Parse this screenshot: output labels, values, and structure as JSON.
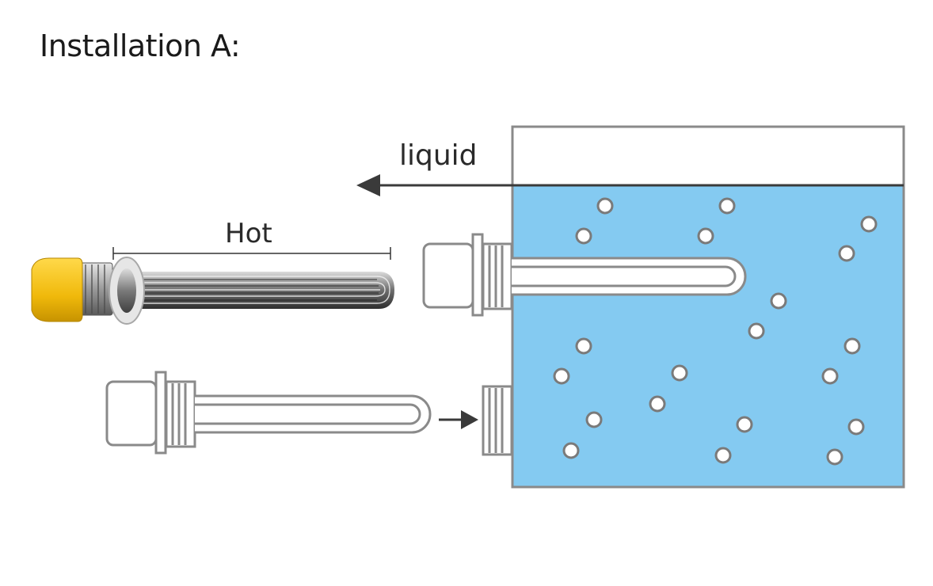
{
  "title": "Installation A:",
  "labels": {
    "flow": "liquid",
    "heated_zone": "Hot"
  },
  "colors": {
    "liquid": "#84caf1",
    "outline": "#8a8a8a",
    "arrow": "#3a3a3a",
    "cap": "#f3c012",
    "bubble": "#ffffff"
  }
}
